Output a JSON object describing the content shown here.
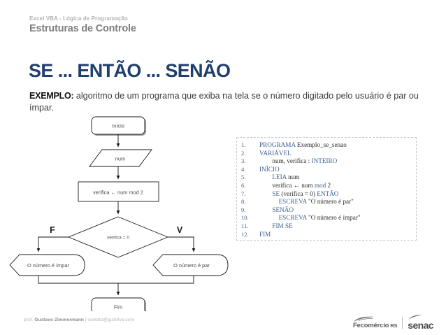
{
  "header": {
    "kicker": "Excel VBA - Lógica de Programação",
    "subtitle": "Estruturas de Controle",
    "title": "SE ... ENTÃO ... SENÃO",
    "title_color": "#1f3f6e"
  },
  "intro": {
    "label": "EXEMPLO:",
    "text": " algoritmo de um programa que exiba na tela se o número digitado pelo usuário é par ou ímpar."
  },
  "flowchart": {
    "start": "Início",
    "input": "num",
    "process": "verifica ← num mod 2",
    "decision": "verifica = 0",
    "label_false": "F",
    "label_true": "V",
    "output_false": "O número é ímpar",
    "output_true": "O número é par",
    "end": "Fim"
  },
  "pseudocode": {
    "lines": [
      {
        "n": "1.",
        "indent": 0,
        "parts": [
          {
            "t": "PROGRAMA ",
            "kw": true
          },
          {
            "t": "Exemplo_se_senao",
            "kw": false
          }
        ]
      },
      {
        "n": "2.",
        "indent": 0,
        "parts": [
          {
            "t": "VARIÁVEL",
            "kw": true
          }
        ]
      },
      {
        "n": "3.",
        "indent": 2,
        "parts": [
          {
            "t": "num, verifica : ",
            "kw": false
          },
          {
            "t": "INTEIRO",
            "kw": true
          }
        ]
      },
      {
        "n": "4.",
        "indent": 0,
        "parts": [
          {
            "t": "INÍCIO",
            "kw": true
          }
        ]
      },
      {
        "n": "5.",
        "indent": 2,
        "parts": [
          {
            "t": "LEIA ",
            "kw": true
          },
          {
            "t": "num",
            "kw": false
          }
        ]
      },
      {
        "n": "6.",
        "indent": 2,
        "parts": [
          {
            "t": "verifica ← num ",
            "kw": false
          },
          {
            "t": "mod",
            "kw": true
          },
          {
            "t": " 2",
            "kw": false
          }
        ]
      },
      {
        "n": "7.",
        "indent": 2,
        "parts": [
          {
            "t": "SE ",
            "kw": true
          },
          {
            "t": "(verifica = 0) ",
            "kw": false
          },
          {
            "t": "ENTÃO",
            "kw": true
          }
        ]
      },
      {
        "n": "8.",
        "indent": 3,
        "parts": [
          {
            "t": "ESCREVA ",
            "kw": true
          },
          {
            "t": "\"O número é par\"",
            "kw": false
          }
        ]
      },
      {
        "n": "9.",
        "indent": 2,
        "parts": [
          {
            "t": "SENÃO",
            "kw": true
          }
        ]
      },
      {
        "n": "10.",
        "indent": 3,
        "parts": [
          {
            "t": "ESCREVA ",
            "kw": true
          },
          {
            "t": "\"O número é ímpar\"",
            "kw": false
          }
        ]
      },
      {
        "n": "11.",
        "indent": 2,
        "parts": [
          {
            "t": "FIM SE",
            "kw": true
          }
        ]
      },
      {
        "n": "12.",
        "indent": 0,
        "parts": [
          {
            "t": "FIM",
            "kw": true
          }
        ]
      }
    ]
  },
  "footer": {
    "prefix": "prof. ",
    "author": "Gustavo Zimmermann",
    "contact": " | contato@gust4vo.com",
    "brand_fecomercio": "Fecomércio",
    "brand_fecomercio_uf": "RS",
    "brand_senac": "senac"
  }
}
